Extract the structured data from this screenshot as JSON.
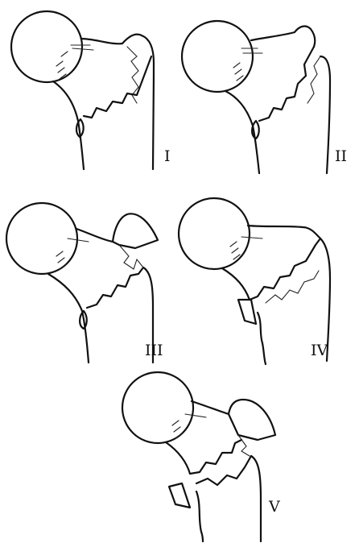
{
  "figure": {
    "panels": [
      {
        "label": "I"
      },
      {
        "label": "II"
      },
      {
        "label": "III"
      },
      {
        "label": "IV"
      },
      {
        "label": "V"
      }
    ]
  },
  "colors": {
    "background": "#ffffff",
    "ink": "#111111"
  }
}
